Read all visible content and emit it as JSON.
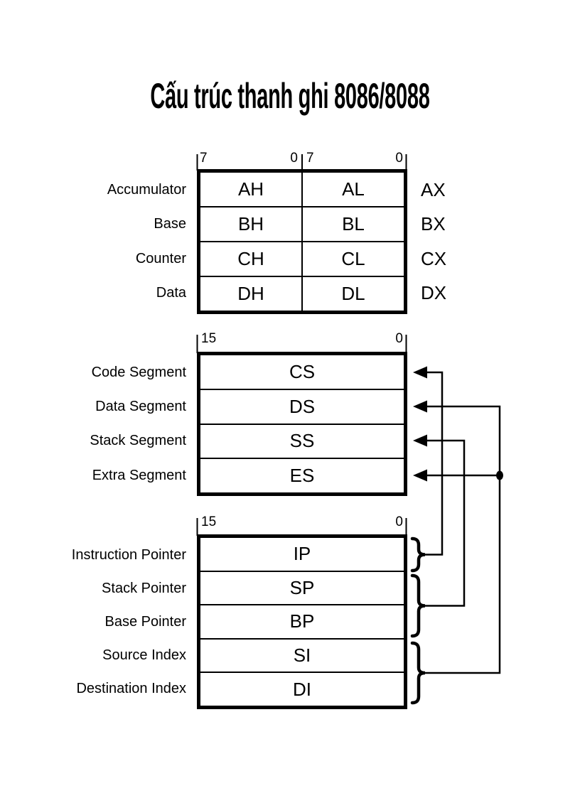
{
  "page": {
    "title": "Cấu trúc thanh ghi 8086/8088",
    "background": "#ffffff",
    "ink": "#000000"
  },
  "general_registers": {
    "bit_scale": {
      "high_left": "7",
      "high_right": "0",
      "low_left": "7",
      "low_right": "0"
    },
    "rows": [
      {
        "label": "Accumulator",
        "high": "AH",
        "low": "AL",
        "word": "AX"
      },
      {
        "label": "Base",
        "high": "BH",
        "low": "BL",
        "word": "BX"
      },
      {
        "label": "Counter",
        "high": "CH",
        "low": "CL",
        "word": "CX"
      },
      {
        "label": "Data",
        "high": "DH",
        "low": "DL",
        "word": "DX"
      }
    ]
  },
  "segment_registers": {
    "bit_scale": {
      "left": "15",
      "right": "0"
    },
    "rows": [
      {
        "label": "Code Segment",
        "register": "CS"
      },
      {
        "label": "Data Segment",
        "register": "DS"
      },
      {
        "label": "Stack Segment",
        "register": "SS"
      },
      {
        "label": "Extra Segment",
        "register": "ES"
      }
    ]
  },
  "pointer_index_registers": {
    "bit_scale": {
      "left": "15",
      "right": "0"
    },
    "rows": [
      {
        "label": "Instruction Pointer",
        "register": "IP"
      },
      {
        "label": "Stack Pointer",
        "register": "SP"
      },
      {
        "label": "Base Pointer",
        "register": "BP"
      },
      {
        "label": "Source Index",
        "register": "SI"
      },
      {
        "label": "Destination Index",
        "register": "DI"
      }
    ]
  }
}
